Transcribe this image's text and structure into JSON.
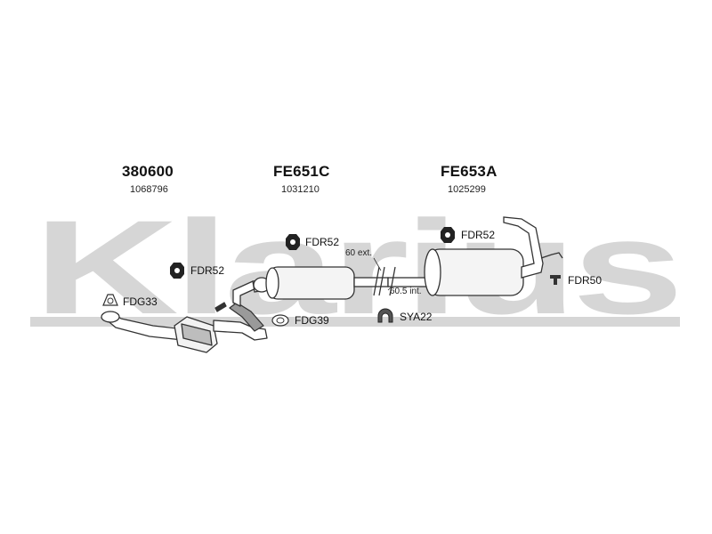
{
  "colors": {
    "watermark": "#d6d6d6",
    "line": "#333333",
    "fill": "#ffffff",
    "shade": "#9a9a9a"
  },
  "watermark": {
    "text": "Klarius"
  },
  "parts": {
    "cat": {
      "code": "380600",
      "ref": "1068796"
    },
    "center": {
      "code": "FE651C",
      "ref": "1031210"
    },
    "rear": {
      "code": "FE653A",
      "ref": "1025299"
    }
  },
  "fittings": {
    "fdr52_a": {
      "label": "FDR52",
      "icon": "rubber-hanger-icon"
    },
    "fdr52_b": {
      "label": "FDR52",
      "icon": "rubber-hanger-icon"
    },
    "fdr52_c": {
      "label": "FDR52",
      "icon": "rubber-hanger-icon"
    },
    "fdg33": {
      "label": "FDG33",
      "icon": "gasket-icon"
    },
    "fdg39": {
      "label": "FDG39",
      "icon": "gasket-icon"
    },
    "sya22": {
      "label": "SYA22",
      "icon": "clamp-icon"
    },
    "fdr50": {
      "label": "FDR50",
      "icon": "mount-bracket-icon"
    }
  },
  "dimensions": {
    "ext": "60 ext.",
    "int": "60.5 int."
  }
}
